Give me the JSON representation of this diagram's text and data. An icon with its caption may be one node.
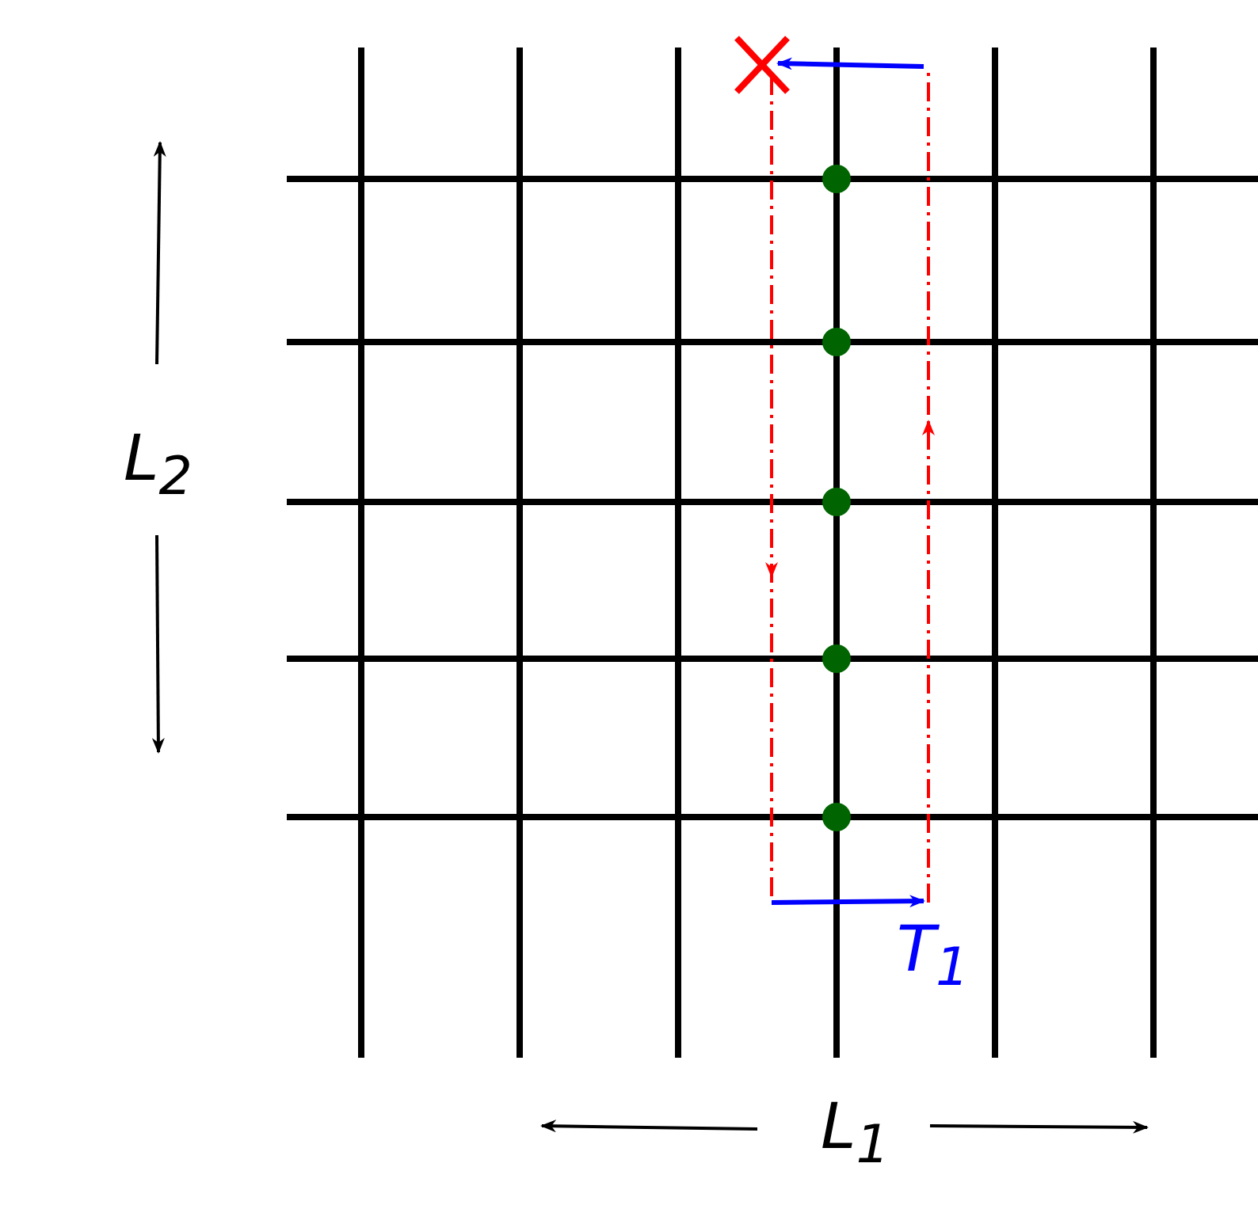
{
  "diagram": {
    "labels": [
      "L$_{2}$",
      "L$_{1}$",
      "T$_{1}$"
    ]
  }
}
